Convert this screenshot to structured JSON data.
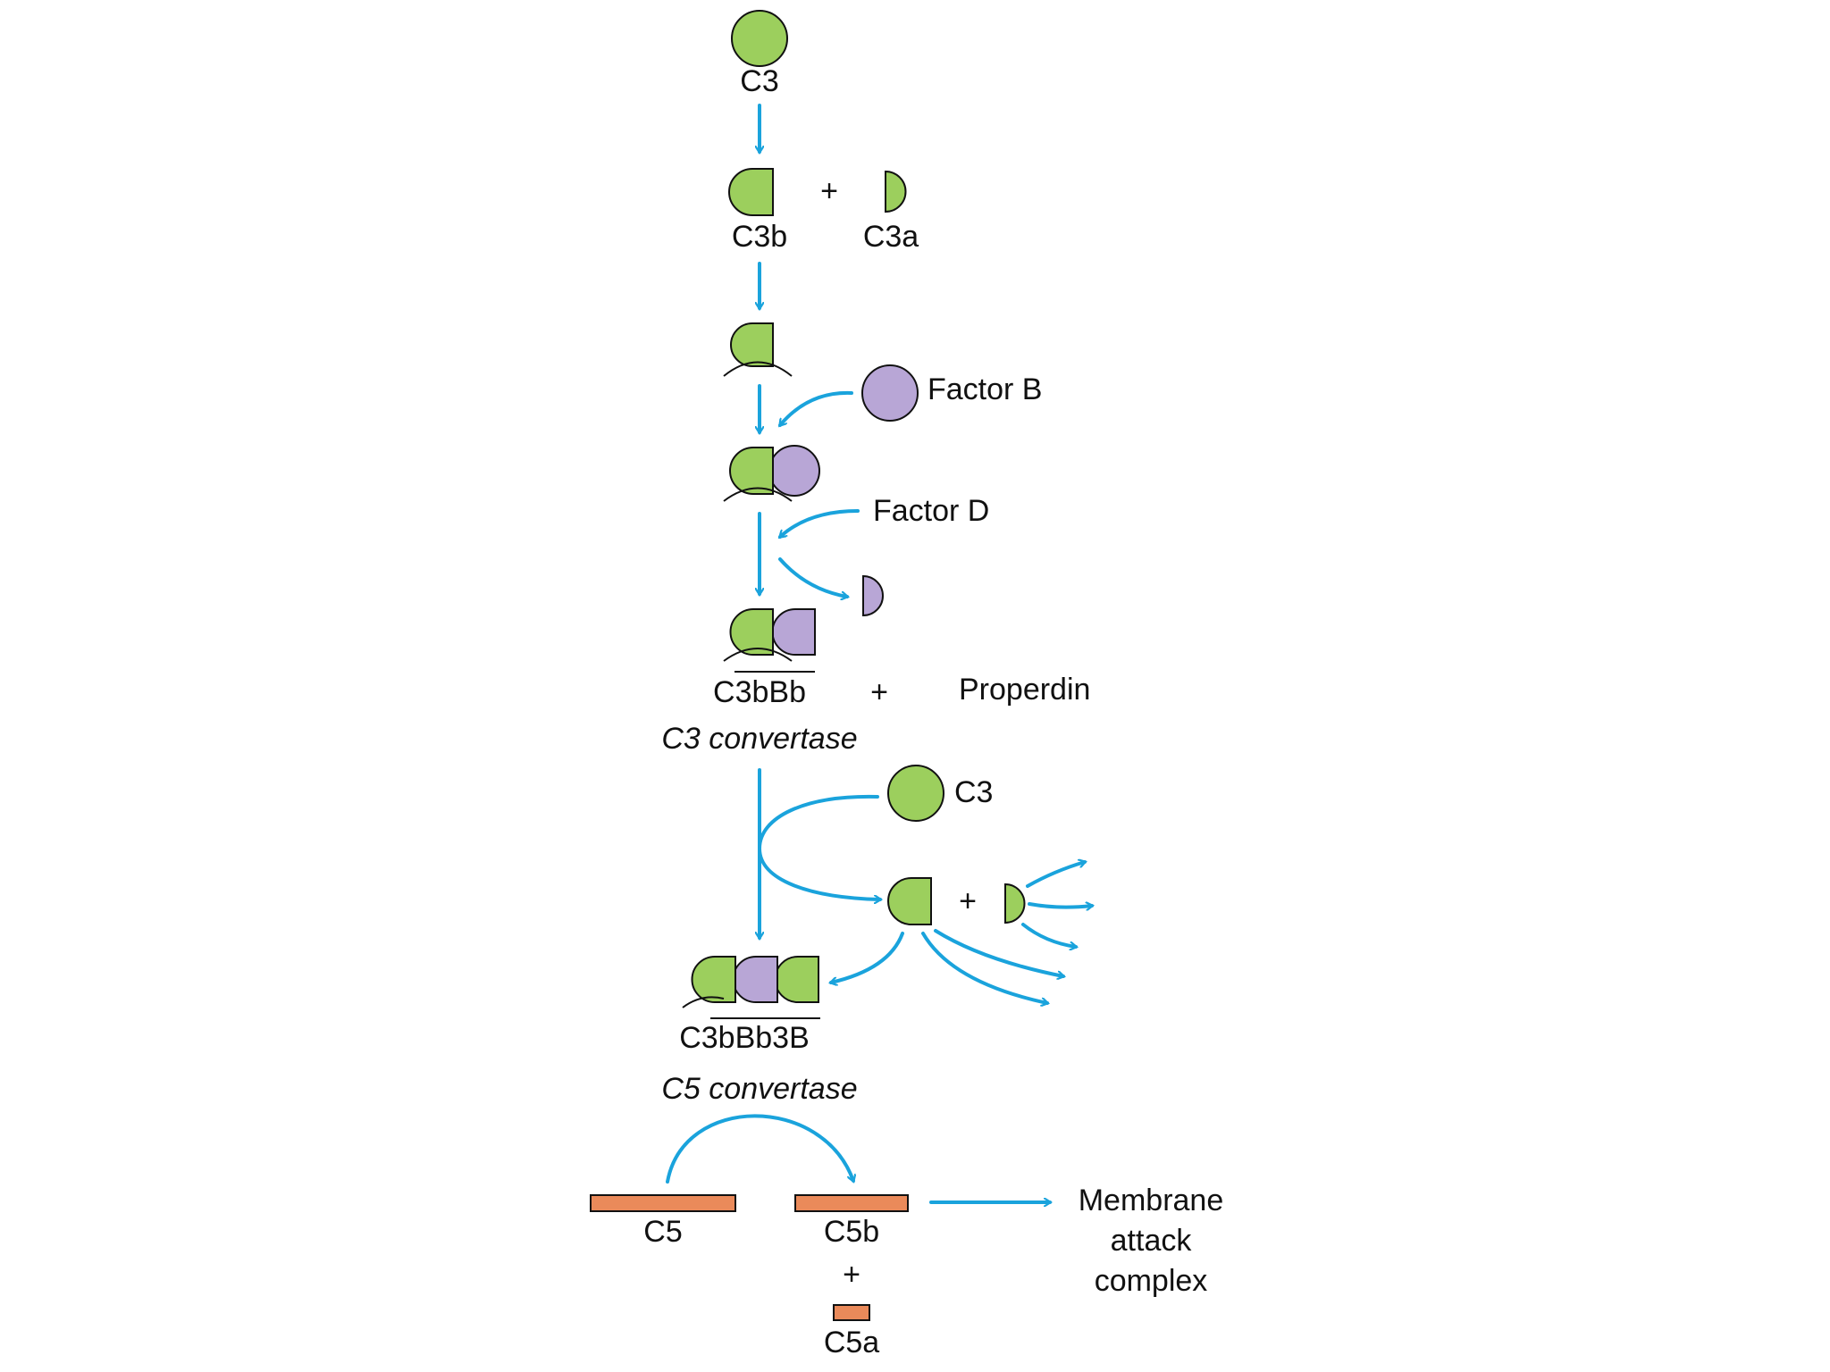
{
  "colors": {
    "c3_green": "#9ccf5d",
    "factor_purple": "#b8a6d6",
    "c5_orange": "#ea8a5a",
    "arrow_blue": "#1aa3dc",
    "outline": "#111111"
  },
  "labels": {
    "c3_top": "C3",
    "c3b": "C3b",
    "plus_1": "+",
    "c3a": "C3a",
    "factor_b": "Factor B",
    "factor_d": "Factor D",
    "c3bbb": "C3bBb",
    "plus_2": "+",
    "properdin": "Properdin",
    "c3_convertase": "C3 convertase",
    "c3_side": "C3",
    "plus_3": "+",
    "c3bbb3b": "C3bBb3B",
    "c5_convertase": "C5 convertase",
    "c5": "C5",
    "c5b": "C5b",
    "plus_4": "+",
    "c5a": "C5a",
    "mac_line1": "Membrane",
    "mac_line2": "attack",
    "mac_line3": "complex"
  }
}
